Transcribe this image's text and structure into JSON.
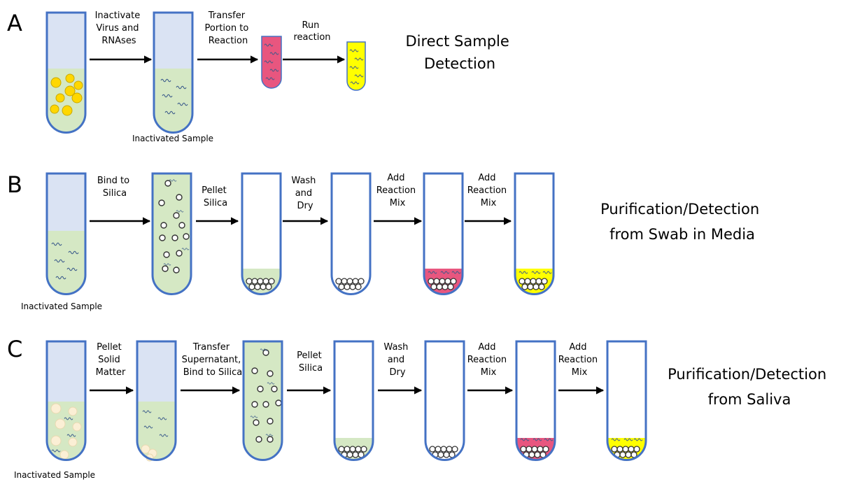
{
  "panels": {
    "a": {
      "letter": "A",
      "steps": [
        [
          "Inactivate",
          "Virus and",
          "RNAses"
        ],
        [
          "Transfer",
          "Portion to",
          "Reaction"
        ],
        [
          "Run",
          "reaction"
        ]
      ],
      "caption": "Inactivated Sample",
      "title": [
        "Direct Sample",
        "Detection"
      ]
    },
    "b": {
      "letter": "B",
      "steps": [
        [
          "Bind to",
          "Silica"
        ],
        [
          "Pellet",
          "Silica"
        ],
        [
          "Wash",
          "and",
          "Dry"
        ],
        [
          "Add",
          "Reaction",
          "Mix"
        ],
        [
          "Add",
          "Reaction",
          "Mix"
        ]
      ],
      "caption": "Inactivated Sample",
      "title": [
        "Purification/Detection",
        "from Swab in Media"
      ]
    },
    "c": {
      "letter": "C",
      "steps": [
        [
          "Pellet",
          "Solid",
          "Matter"
        ],
        [
          "Transfer",
          "Supernatant,",
          "Bind to Silica"
        ],
        [
          "Pellet",
          "Silica"
        ],
        [
          "Wash",
          "and",
          "Dry"
        ],
        [
          "Add",
          "Reaction",
          "Mix"
        ],
        [
          "Add",
          "Reaction",
          "Mix"
        ]
      ],
      "caption": "Inactivated Sample",
      "title": [
        "Purification/Detection",
        "from Saliva"
      ]
    }
  },
  "colors": {
    "tube_outline": "#4472c4",
    "headspace": "#dae3f3",
    "sample_liquid": "#d5e8c4",
    "reaction_pink": "#e8567f",
    "reaction_yellow": "#ffff00",
    "arrow": "#000000",
    "rna_strand": "#3a5a8a"
  }
}
